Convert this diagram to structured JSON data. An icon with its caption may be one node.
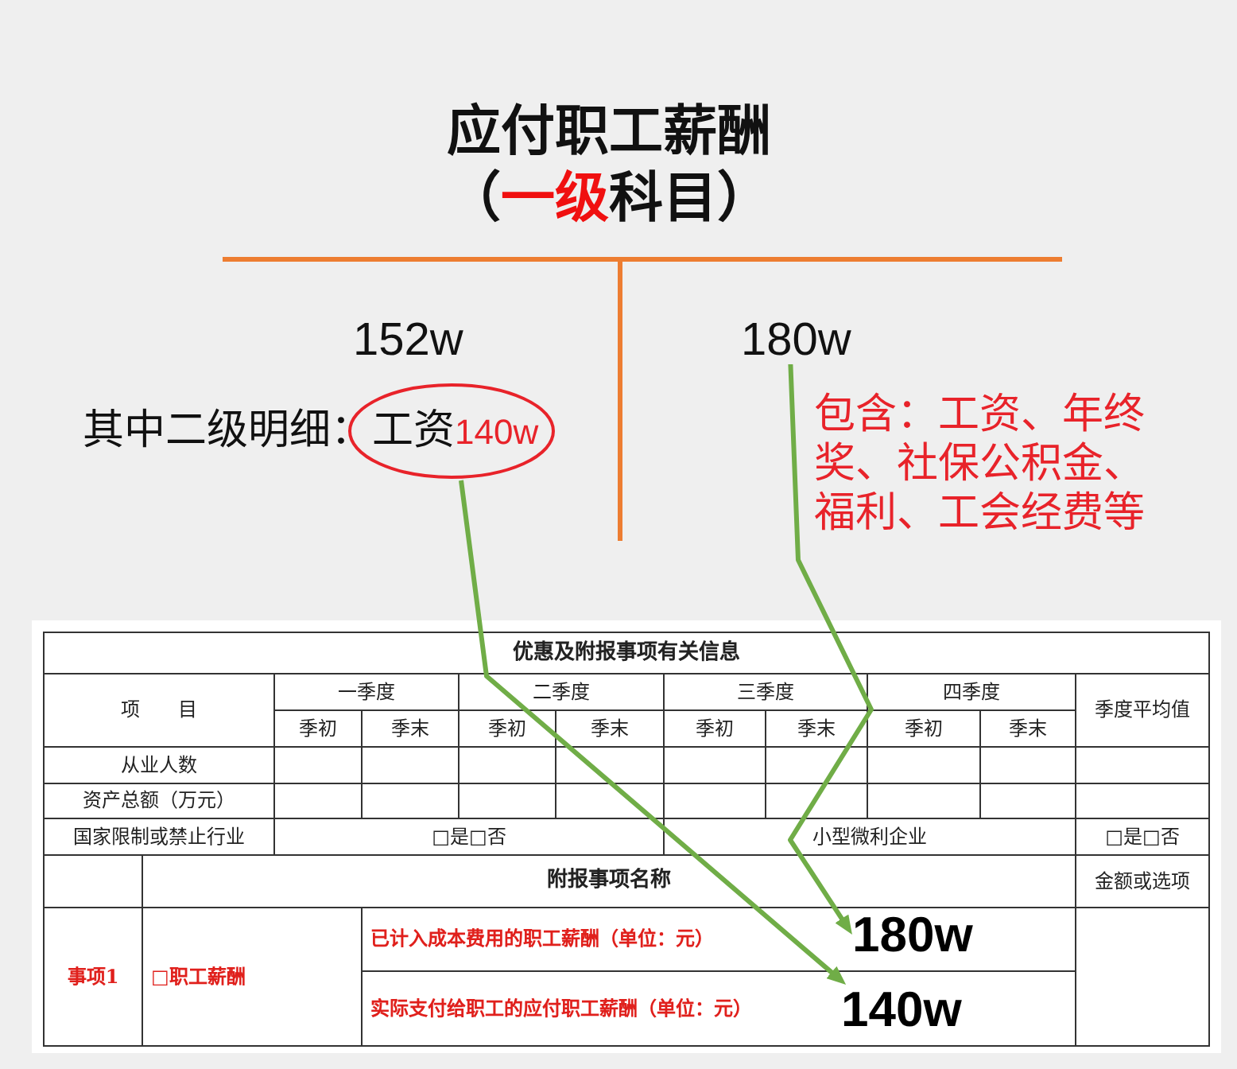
{
  "diagram": {
    "title": "应付职工薪酬（**一级**科目）",
    "nodes": [
      {
        "text": [
          "180w"
        ]
      },
      {
        "text": [
          "其中二级明细：工资",
          "140w"
        ]
      },
      {
        "text": [
          "180w"
        ]
      },
      {
        "text": [
          "140w"
        ]
      }
    ],
    "edges": [
      {
        "from": 1,
        "to": 3,
        "arrow": "to"
      },
      {
        "from": 0,
        "to": 2,
        "arrow": "to"
      }
    ],
    "labels": [
      "152w",
      "包含：工资、年终奖、社保公积金、福利、工会经费等",
      "优惠及附报事项有关信息",
      "项目",
      "一季度",
      "二季度",
      "三季度",
      "四季度",
      "季度平均值",
      "季初",
      "季末",
      "季初",
      "季末",
      "季初",
      "季末",
      "季初",
      "季末",
      "从业人数",
      "资产总额（万元）",
      "国家限制或禁止行业",
      "□是□否",
      "小型微利企业",
      "□是□否",
      "附报事项名称",
      "金额或选项",
      "事项1",
      "□职工薪酬",
      "已计入成本费用的职工薪酬（单位：元）",
      "实际支付给职工的应付职工薪酬（单位：元）"
    ]
  }
}
